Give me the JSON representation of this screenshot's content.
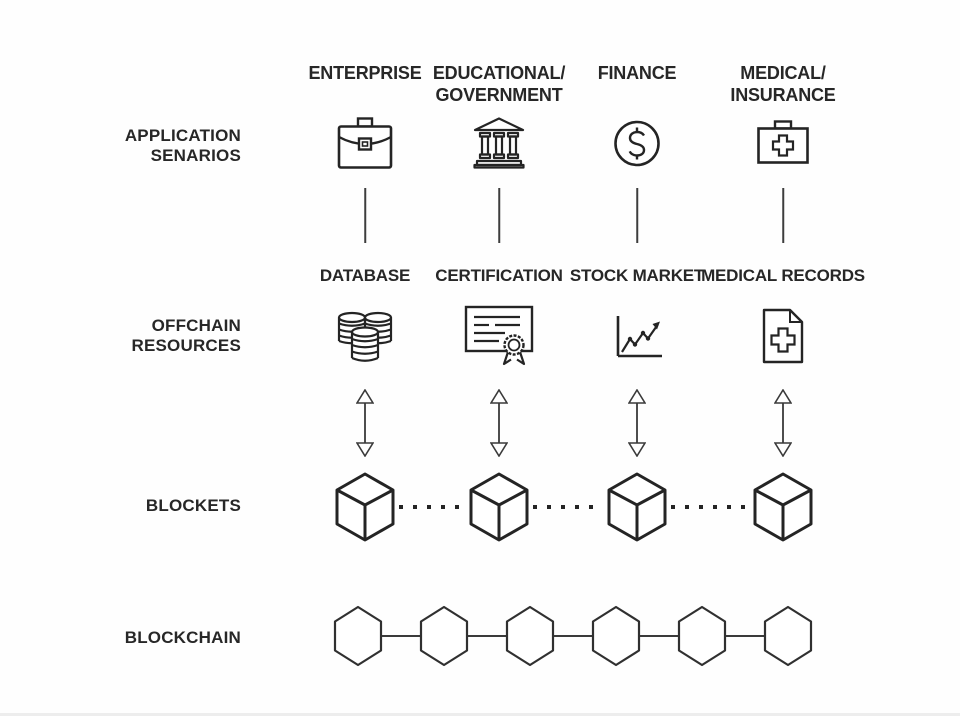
{
  "diagram": {
    "colors": {
      "background": "#fefefe",
      "ink": "#242424",
      "thin_line": "#3d3d3d"
    },
    "row_labels": {
      "application_scenarios": {
        "line1": "APPLICATION",
        "line2": "SENARIOS"
      },
      "offchain_resources": {
        "line1": "OFFCHAIN",
        "line2": "RESOURCES"
      },
      "blockets": {
        "label": "BLOCKETS"
      },
      "blockchain": {
        "label": "BLOCKCHAIN"
      }
    },
    "columns": [
      {
        "id": "enterprise",
        "header_line1": "ENTERPRISE",
        "header_line2": "",
        "scenario_icon": "briefcase-icon",
        "resource_label": "DATABASE",
        "resource_icon": "coin-stacks-icon"
      },
      {
        "id": "educational-government",
        "header_line1": "EDUCATIONAL/",
        "header_line2": "GOVERNMENT",
        "scenario_icon": "bank-icon",
        "resource_label": "CERTIFICATION",
        "resource_icon": "certificate-icon"
      },
      {
        "id": "finance",
        "header_line1": "FINANCE",
        "header_line2": "",
        "scenario_icon": "dollar-coin-icon",
        "resource_label": "STOCK MARKET",
        "resource_icon": "stock-chart-icon"
      },
      {
        "id": "medical-insurance",
        "header_line1": "MEDICAL/",
        "header_line2": "INSURANCE",
        "scenario_icon": "medical-kit-icon",
        "resource_label": "MEDICAL RECORDS",
        "resource_icon": "medical-record-icon"
      }
    ],
    "blockets_row": {
      "cube_count": 4,
      "link_style": "dotted"
    },
    "blockchain_row": {
      "hexagon_count": 6,
      "link_style": "solid"
    }
  }
}
